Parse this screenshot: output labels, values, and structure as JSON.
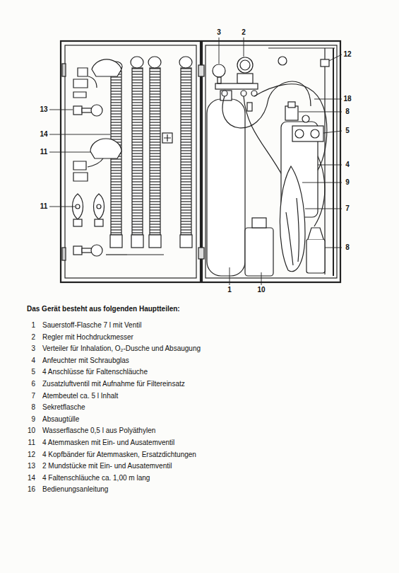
{
  "diagram": {
    "title": "Das Gerät besteht aus folgenden Hauptteilen:",
    "labels": [
      "3",
      "2",
      "12",
      "13",
      "18",
      "8",
      "14",
      "5",
      "11",
      "4",
      "9",
      "7",
      "11",
      "8",
      "1",
      "10",
      "1",
      "Sauerstoff-Flasche 7 l mit Ventil",
      "2",
      "Regler mit Hochdruckmesser",
      "3",
      "Verteiler für Inhalation, O₂-Dusche und Absaugung",
      "4",
      "Anfeuchter mit Schraubglas",
      "5",
      "4 Anschlüsse für Faltenschläuche",
      "6",
      "Zusatzluftventil mit Aufnahme für Filtereinsatz",
      "7",
      "Atembeutel ca. 5 l Inhalt",
      "8",
      "Sekretflasche",
      "9",
      "Absaugtülle",
      "10",
      "Wasserflasche 0,5 l aus Polyäthylen",
      "11",
      "4 Atemmasken mit Ein- und Ausatemventil",
      "12",
      "4 Kopfbänder für Atemmasken, Ersatzdichtungen",
      "13",
      "2 Mundstücke mit Ein- und Ausatemventil",
      "14",
      "4 Faltenschläuche ca. 1,00 m lang",
      "16",
      "Bedienungsanleitung"
    ]
  }
}
